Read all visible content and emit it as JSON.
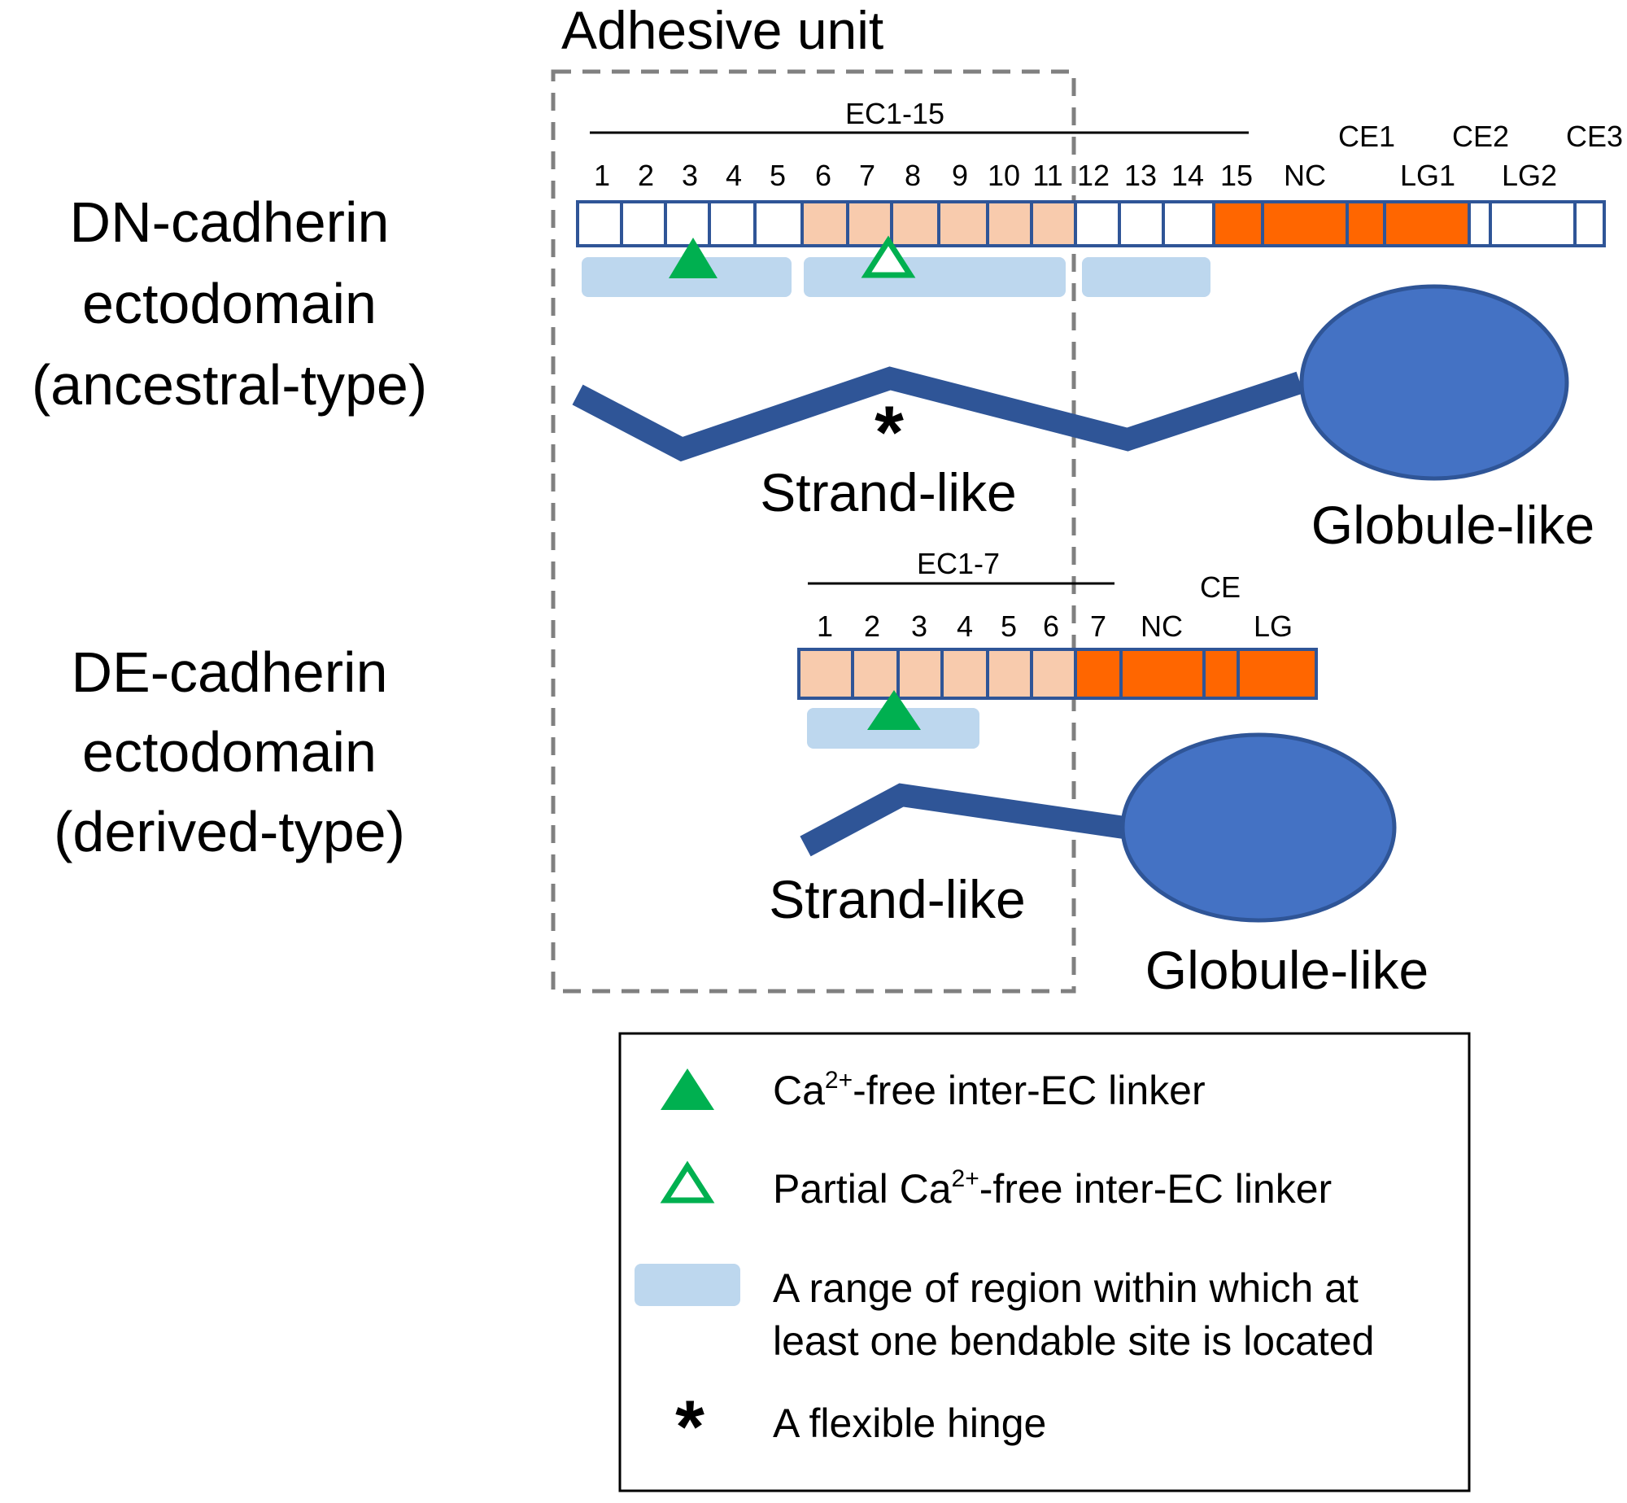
{
  "colors": {
    "outline": "#2F5597",
    "ec_plain": "#FFFFFF",
    "ec_adhesive": "#F8CBAD",
    "ec_other": "#FF6600",
    "bend_region": "#BDD7EE",
    "strand": "#2F5597",
    "globule": "#4472C4",
    "marker": "#00B050",
    "frame": "#808080"
  },
  "adhesive_unit": {
    "title": "Adhesive unit"
  },
  "dn": {
    "label_lines": [
      "DN-cadherin",
      "ectodomain",
      "(ancestral-type)"
    ],
    "range_label": "EC1-15",
    "domain_numbers": [
      "1",
      "2",
      "3",
      "4",
      "5",
      "6",
      "7",
      "8",
      "9",
      "10",
      "11",
      "12",
      "13",
      "14",
      "15"
    ],
    "extra_lower_labels": [
      "NC",
      "LG1",
      "LG2"
    ],
    "extra_upper_labels": [
      "CE1",
      "CE2",
      "CE3"
    ],
    "strand_label": "Strand-like",
    "globule_label": "Globule-like",
    "hinge_symbol": "*"
  },
  "de": {
    "label_lines": [
      "DE-cadherin",
      "ectodomain",
      "(derived-type)"
    ],
    "range_label": "EC1-7",
    "domain_numbers": [
      "1",
      "2",
      "3",
      "4",
      "5",
      "6",
      "7"
    ],
    "extra_lower_labels": [
      "NC",
      "LG"
    ],
    "extra_upper_labels": [
      "CE"
    ],
    "strand_label": "Strand-like",
    "globule_label": "Globule-like"
  },
  "legend": {
    "ca_free": {
      "prefix": "Ca",
      "sup": "2+",
      "suffix": "-free inter-EC linker"
    },
    "partial_ca_free": {
      "prefix": "Partial Ca",
      "sup": "2+",
      "suffix": "-free inter-EC linker"
    },
    "bend_range_lines": [
      "A range of region within which at",
      "least one bendable site is located"
    ],
    "hinge": "A flexible hinge",
    "hinge_symbol": "*"
  }
}
